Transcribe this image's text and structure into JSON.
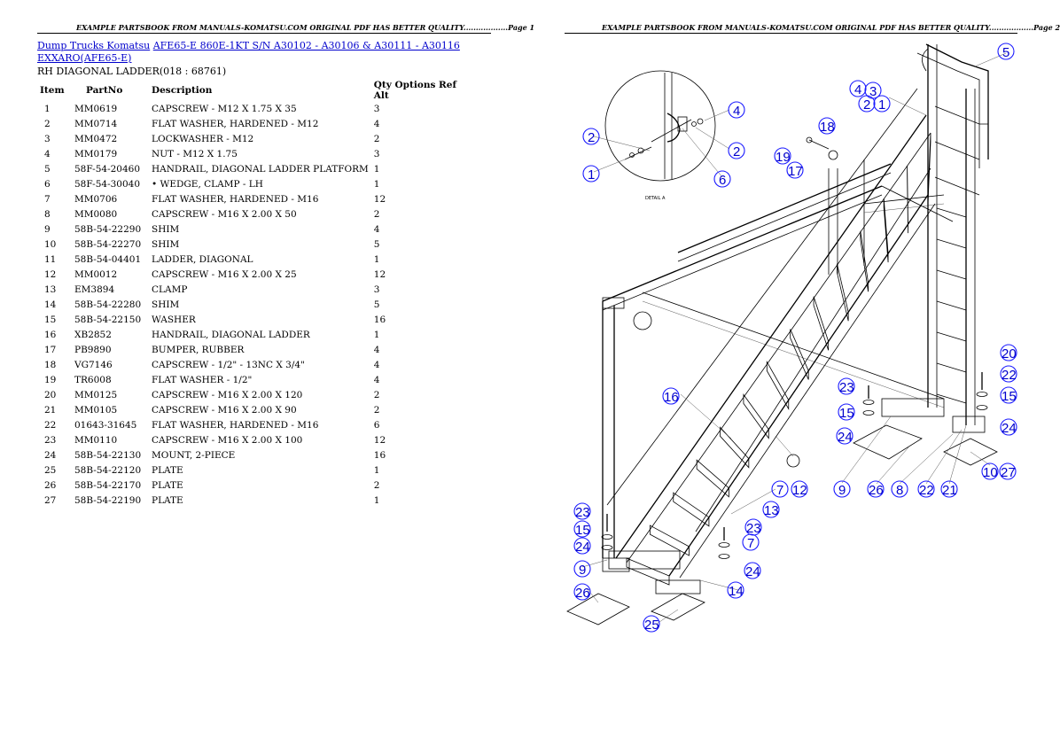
{
  "page1": {
    "header": "EXAMPLE PARTSBOOK FROM MANUALS-KOMATSU.COM ORIGINAL PDF HAS BETTER QUALITY..................Page 1",
    "links": {
      "dump_trucks": "Dump Trucks Komatsu",
      "model": "AFE65-E 860E-1KT S/N A30102 - A30106 & A30111 - A30116",
      "group": "EXXARO(AFE65-E)"
    },
    "section_title": "RH DIAGONAL LADDER(018 : 68761)",
    "table": {
      "headers": {
        "item": "Item",
        "partno": "PartNo",
        "description": "Description",
        "qty": "Qty Options Ref Alt"
      },
      "rows": [
        {
          "item": "1",
          "partno": "MM0619",
          "description": "CAPSCREW - M12 X 1.75 X 35",
          "qty": "3"
        },
        {
          "item": "2",
          "partno": "MM0714",
          "description": "FLAT WASHER, HARDENED - M12",
          "qty": "4"
        },
        {
          "item": "3",
          "partno": "MM0472",
          "description": "LOCKWASHER - M12",
          "qty": "2"
        },
        {
          "item": "4",
          "partno": "MM0179",
          "description": "NUT - M12 X 1.75",
          "qty": "3"
        },
        {
          "item": "5",
          "partno": "58F-54-20460",
          "description": "HANDRAIL, DIAGONAL LADDER PLATFORM",
          "qty": "1"
        },
        {
          "item": "6",
          "partno": "58F-54-30040",
          "description": "• WEDGE, CLAMP - LH",
          "qty": "1"
        },
        {
          "item": "7",
          "partno": "MM0706",
          "description": "FLAT WASHER, HARDENED - M16",
          "qty": "12"
        },
        {
          "item": "8",
          "partno": "MM0080",
          "description": "CAPSCREW - M16 X 2.00 X 50",
          "qty": "2"
        },
        {
          "item": "9",
          "partno": "58B-54-22290",
          "description": "SHIM",
          "qty": "4"
        },
        {
          "item": "10",
          "partno": "58B-54-22270",
          "description": "SHIM",
          "qty": "5"
        },
        {
          "item": "11",
          "partno": "58B-54-04401",
          "description": "LADDER, DIAGONAL",
          "qty": "1"
        },
        {
          "item": "12",
          "partno": "MM0012",
          "description": "CAPSCREW - M16 X 2.00 X 25",
          "qty": "12"
        },
        {
          "item": "13",
          "partno": "EM3894",
          "description": "CLAMP",
          "qty": "3"
        },
        {
          "item": "14",
          "partno": "58B-54-22280",
          "description": "SHIM",
          "qty": "5"
        },
        {
          "item": "15",
          "partno": "58B-54-22150",
          "description": "WASHER",
          "qty": "16"
        },
        {
          "item": "16",
          "partno": "XB2852",
          "description": "HANDRAIL, DIAGONAL LADDER",
          "qty": "1"
        },
        {
          "item": "17",
          "partno": "PB9890",
          "description": "BUMPER, RUBBER",
          "qty": "4"
        },
        {
          "item": "18",
          "partno": "VG7146",
          "description": "CAPSCREW - 1/2\" - 13NC X 3/4\"",
          "qty": "4"
        },
        {
          "item": "19",
          "partno": "TR6008",
          "description": "FLAT WASHER - 1/2\"",
          "qty": "4"
        },
        {
          "item": "20",
          "partno": "MM0125",
          "description": "CAPSCREW - M16 X 2.00 X 120",
          "qty": "2"
        },
        {
          "item": "21",
          "partno": "MM0105",
          "description": "CAPSCREW - M16 X 2.00 X 90",
          "qty": "2"
        },
        {
          "item": "22",
          "partno": "01643-31645",
          "description": "FLAT WASHER, HARDENED - M16",
          "qty": "6"
        },
        {
          "item": "23",
          "partno": "MM0110",
          "description": "CAPSCREW - M16 X 2.00 X 100",
          "qty": "12"
        },
        {
          "item": "24",
          "partno": "58B-54-22130",
          "description": "MOUNT, 2-PIECE",
          "qty": "16"
        },
        {
          "item": "25",
          "partno": "58B-54-22120",
          "description": "PLATE",
          "qty": "1"
        },
        {
          "item": "26",
          "partno": "58B-54-22170",
          "description": "PLATE",
          "qty": "2"
        },
        {
          "item": "27",
          "partno": "58B-54-22190",
          "description": "PLATE",
          "qty": "1"
        }
      ]
    }
  },
  "page2": {
    "header": "EXAMPLE PARTSBOOK FROM MANUALS-KOMATSU.COM ORIGINAL PDF HAS BETTER QUALITY..................Page 2",
    "detail_label": "DETAIL A",
    "callouts": [
      "5",
      "4",
      "3",
      "2",
      "1",
      "4",
      "2",
      "2",
      "1",
      "6",
      "18",
      "19",
      "17",
      "20",
      "22",
      "15",
      "24",
      "23",
      "15",
      "24",
      "16",
      "9",
      "26",
      "8",
      "22",
      "21",
      "10",
      "27",
      "7",
      "12",
      "13",
      "23",
      "7",
      "24",
      "14",
      "23",
      "15",
      "24",
      "9",
      "26",
      "25"
    ]
  },
  "colors": {
    "link": "#0000cc",
    "callout": "#1a1aff"
  }
}
